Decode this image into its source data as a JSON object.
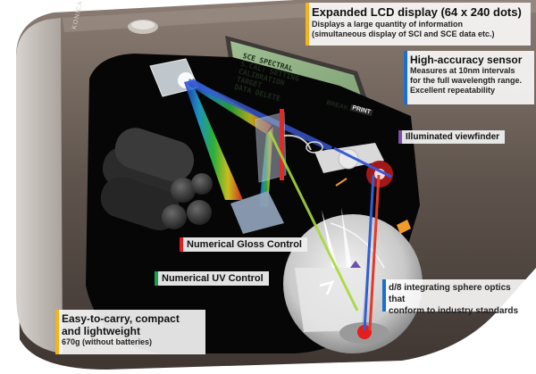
{
  "device": {
    "brand_label": "KONICA MINOLTA",
    "lcd_lines": [
      "SCE SPECTRAL",
      "S.CAL: SETTING",
      "CALIBRATION",
      "TARGET",
      "DATA    DELETE"
    ],
    "lcd_button_text": "BREAK",
    "lcd_button_2": "PRINT"
  },
  "callouts": {
    "lcd": {
      "title": "Expanded LCD display (64 x 240 dots)",
      "desc1": "Displays a large quantity of information",
      "desc2": "(simultaneous display of SCI and SCE data etc.)",
      "color": "#f2b418"
    },
    "sensor": {
      "title": "High-accuracy sensor",
      "desc1": "Measures at 10nm intervals",
      "desc2": "for the full wavelength range.",
      "desc3": "Excellent repeatability",
      "color": "#1a6fd0"
    },
    "viewfinder": {
      "label": "Illuminated viewfinder",
      "color": "#7b4fa8"
    },
    "gloss": {
      "label": "Numerical Gloss Control",
      "color": "#e02020"
    },
    "uv": {
      "label": "Numerical UV Control",
      "color": "#1aa050"
    },
    "sphere": {
      "line1": "d/8 integrating sphere optics that",
      "line2": "conform to industry standards",
      "color": "#1a6fd0"
    },
    "portable": {
      "line1": "Easy-to-carry,  compact",
      "line2": "and lightweight",
      "line3": "670g (without batteries)",
      "color": "#f2b418"
    }
  }
}
